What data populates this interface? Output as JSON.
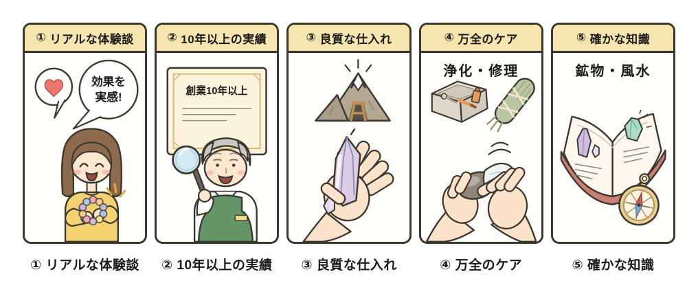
{
  "panels": [
    {
      "number": "①",
      "title": "リアルな体験談",
      "speech_bubble_lines": [
        "効果を",
        "実感!"
      ],
      "icons": [
        "heart-speech-bubble-icon",
        "speech-bubble-icon",
        "smiling-woman",
        "beaded-bracelet-icon",
        "sparkle-icon"
      ]
    },
    {
      "number": "②",
      "title": "10年以上の実績",
      "certificate_text": "創業10年以上",
      "icons": [
        "certificate-icon",
        "elderly-shopkeeper",
        "magnifying-glass-icon"
      ]
    },
    {
      "number": "③",
      "title": "良質な仕入れ",
      "icons": [
        "mine-mountain-icon",
        "sparkle-icon",
        "dashed-line",
        "hand-holding-crystal",
        "crystal-icon"
      ]
    },
    {
      "number": "④",
      "title": "万全のケア",
      "sub_label": "浄化・修理",
      "icons": [
        "care-kit-icon",
        "sage-bundle-icon",
        "hands-polishing-stone",
        "motion-lines-icon"
      ]
    },
    {
      "number": "⑤",
      "title": "確かな知識",
      "sub_label": "鉱物・風水",
      "icons": [
        "mineral-book-icon",
        "compass-icon"
      ]
    }
  ],
  "colors": {
    "outline": "#3a372f",
    "header_bg": "#f5e5ae",
    "panel_bg": "#fffefa",
    "heart_red": "#ea766d",
    "hair_brown": "#8d6a4c",
    "hair_gray": "#cbc8c2",
    "skin": "#fde7d1",
    "sweater_yellow": "#f5d271",
    "apron_green": "#649568",
    "lens_blue": "#d3e9f0",
    "mountain_gray": "#b5a893",
    "crystal_purple": "#dacde5",
    "stone_gray": "#8e8678",
    "sage_green": "#bcc5a2",
    "toolbox_beige": "#ded8ca",
    "accent_orange": "#e2995b",
    "book_cover_red": "#cb7e74",
    "crystal_green": "#abdcc6",
    "compass_gold": "#e9cf92",
    "needle_red": "#c95d4c",
    "needle_blue": "#7fa6c9",
    "sparkle_gold": "#e0a93e"
  }
}
